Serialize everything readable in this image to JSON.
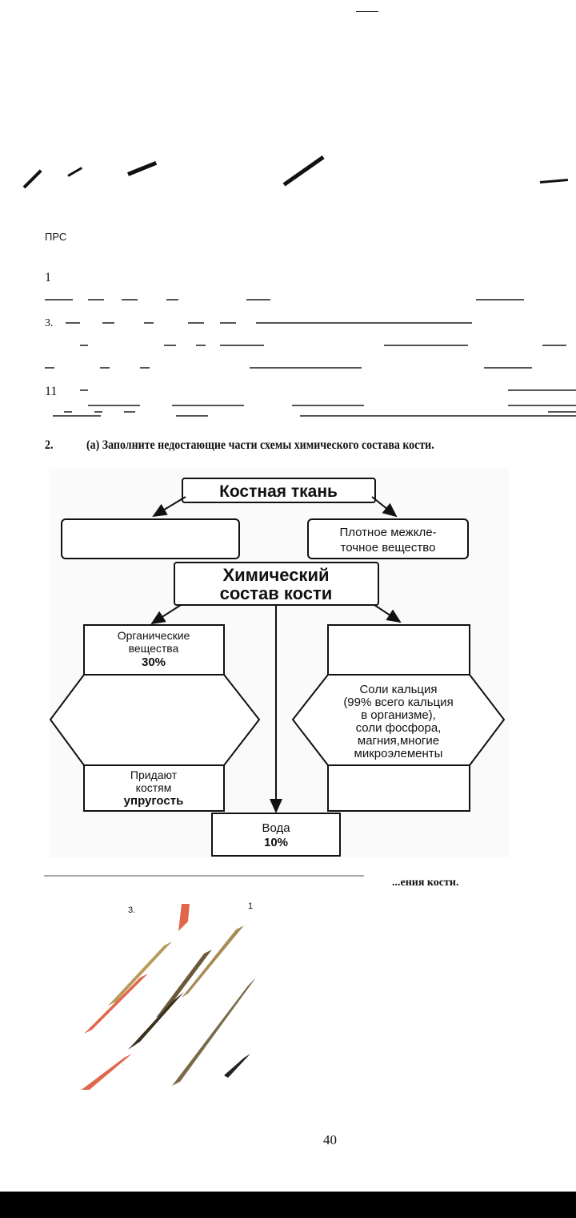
{
  "page": {
    "header_fragment": "ПРС",
    "line_numbers": [
      "1",
      "3.",
      "11"
    ],
    "question_number": "2.",
    "question_a": "(а) Заполните недостающие части схемы химического состава кости.",
    "question_b_fragment": "...ения кости.",
    "figure_labels": [
      "3.",
      "1"
    ],
    "page_number": "40"
  },
  "diagram": {
    "root": "Костная ткань",
    "left_top_box": "",
    "right_top_box": [
      "Плотное межкле-",
      "точное вещество"
    ],
    "center": [
      "Химический",
      "состав кости"
    ],
    "organic": [
      "Органические",
      "вещества",
      "30%"
    ],
    "organic_hexagon": "",
    "organic_effect": [
      "Придают",
      "костям",
      "упругость"
    ],
    "inorganic_top": "",
    "inorganic_hexagon": [
      "Соли кальция",
      "(99% всего кальция",
      "в организме),",
      "соли фосфора,",
      "магния,многие",
      "микроэлементы"
    ],
    "inorganic_effect": "",
    "water": [
      "Вода",
      "10%"
    ]
  }
}
